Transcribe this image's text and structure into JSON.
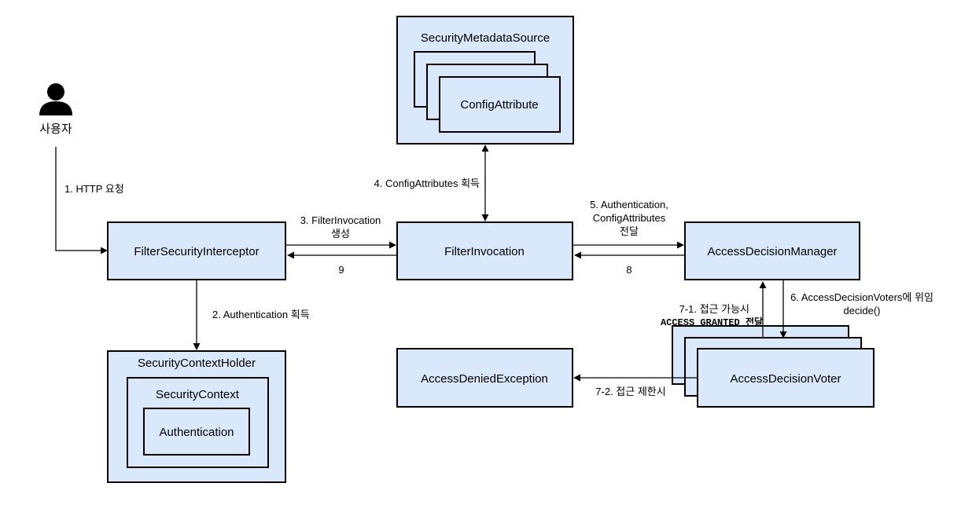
{
  "user": {
    "label": "사용자"
  },
  "boxes": {
    "filter_security_interceptor": "FilterSecurityInterceptor",
    "filter_invocation": "FilterInvocation",
    "access_decision_manager": "AccessDecisionManager",
    "security_metadata_source": "SecurityMetadataSource",
    "config_attribute": "ConfigAttribute",
    "security_context_holder": "SecurityContextHolder",
    "security_context": "SecurityContext",
    "authentication": "Authentication",
    "access_denied_exception": "AccessDeniedException",
    "access_decision_voter": "AccessDecisionVoter"
  },
  "edges": {
    "e1": "1. HTTP 요청",
    "e2": "2. Authentication 획득",
    "e3_line1": "3. FilterInvocation",
    "e3_line2": "생성",
    "e4": "4. ConfigAttributes 획득",
    "e5_line1": "5. Authentication,",
    "e5_line2": "ConfigAttributes",
    "e5_line3": "전달",
    "e6_line1": "6. AccessDecisionVoters에 위임",
    "e6_line2": "decide()",
    "e71_line1": "7-1. 접근 가능시",
    "e71_line2": "ACCESS_GRANTED 전달",
    "e72": "7-2. 접근 제한시",
    "e8": "8",
    "e9": "9"
  },
  "colors": {
    "box_fill": "#dae8fc",
    "stroke": "#000000",
    "user_icon": "#000000"
  }
}
